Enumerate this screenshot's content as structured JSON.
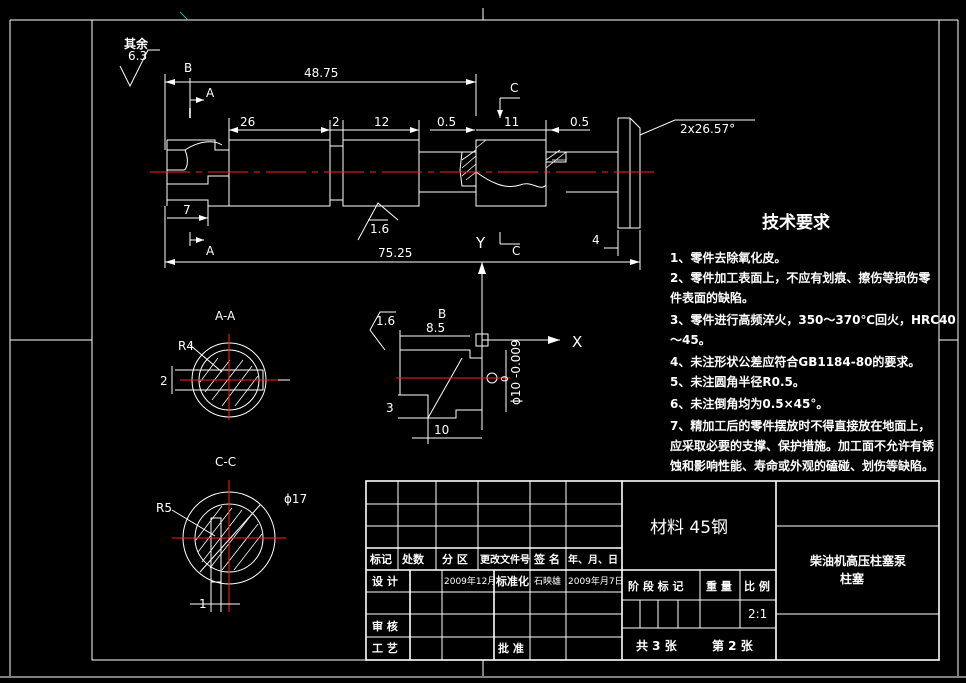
{
  "surface_finish": {
    "label": "其余",
    "value": "6.3"
  },
  "dims": {
    "total_upper": "48.75",
    "d26": "26",
    "d2": "2",
    "d12": "12",
    "d05a": "0.5",
    "d11": "11",
    "d05b": "0.5",
    "chamfer": "2x26.57°",
    "d7": "7",
    "total_lower": "75.25",
    "d4": "4",
    "rough16": "1.6"
  },
  "sections": {
    "b_top": "B",
    "a_top": "A",
    "a_bottom": "A",
    "c_top": "C",
    "c_bottom": "C",
    "aa_label": "A-A",
    "aa_r": "R4",
    "aa_d": "2",
    "cc_label": "C-C",
    "cc_r": "R5",
    "cc_phi": "ϕ17",
    "cc_d": "1"
  },
  "detail": {
    "y_axis": "Y",
    "x_axis": "X",
    "rough": "1.6",
    "b_label": "B",
    "d85": "8.5",
    "phi_tol": "ϕ10 -0.009",
    "tol_upper": "0",
    "d3": "3",
    "d10": "10"
  },
  "tech": {
    "title": "技术要求",
    "lines": [
      "1、零件去除氧化皮。",
      "2、零件加工表面上，不应有划痕、擦伤等损伤零",
      "件表面的缺陷。",
      "3、零件进行高频淬火，350～370℃回火，HRC40",
      "～45。",
      "4、未注形状公差应符合GB1184-80的要求。",
      "5、未注圆角半径R0.5。",
      "6、未注倒角均为0.5×45°。",
      "7、精加工后的零件摆放时不得直接放在地面上，",
      "应采取必要的支撑、保护措施。加工面不允许有锈",
      "蚀和影响性能、寿命或外观的磕碰、划伤等缺陷。"
    ]
  },
  "title_block": {
    "material": "材料 45钢",
    "product_line1": "柴油机高压柱塞泵",
    "product_line2": "柱塞",
    "headers": [
      "标记",
      "处数",
      "分 区",
      "更改文件号",
      "签 名",
      "年、月、日"
    ],
    "design": "设 计",
    "design_date": "2009年12月",
    "std": "标准化",
    "std_name": "石映雄",
    "std_date": "2009年月7日",
    "stage_headers": [
      "阶 段 标 记",
      "重 量",
      "比 例"
    ],
    "scale": "2:1",
    "review": "审 核",
    "process": "工 艺",
    "approve": "批 准",
    "sheet_total": "共 3 张",
    "sheet_no": "第 2 张"
  },
  "colors": {
    "background": "#000000",
    "line": "#ffffff",
    "center": "#ff2020",
    "guide": "#1ec81e"
  }
}
